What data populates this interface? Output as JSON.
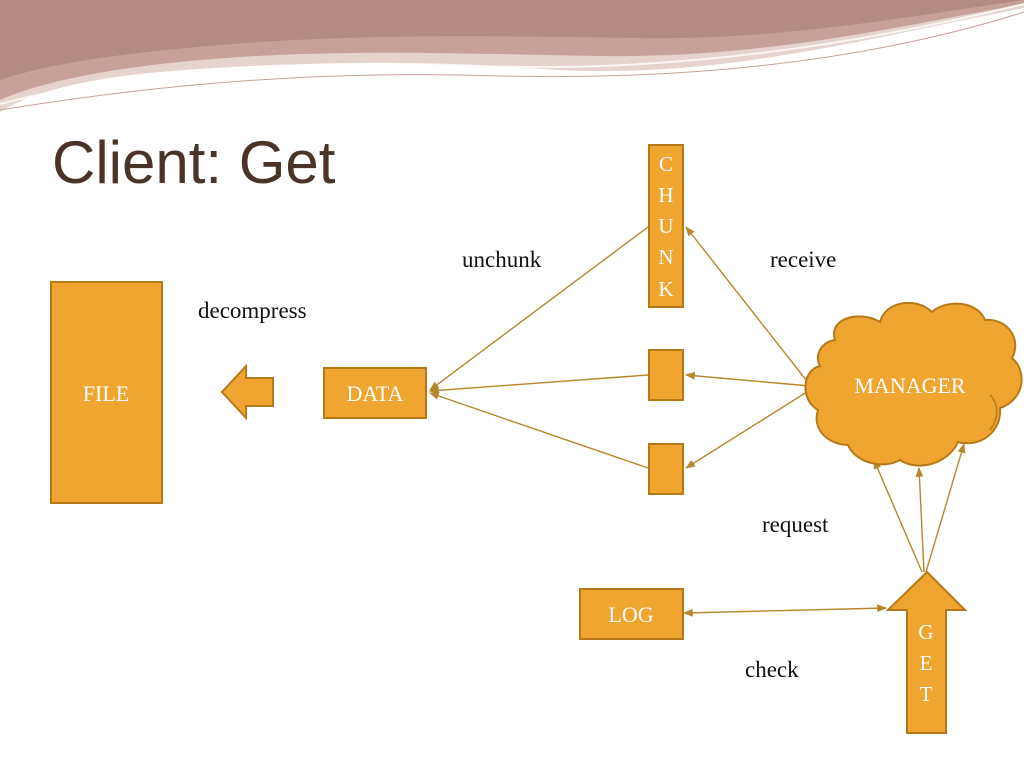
{
  "slide": {
    "title": "Client: Get"
  },
  "colors": {
    "box_fill": "#f0a531",
    "box_stroke": "#b57a16",
    "arrow_line": "#b8862c",
    "title_color": "#4a3328",
    "swoosh_dark": "#c7a197",
    "swoosh_light": "#e6d3cd"
  },
  "diagram": {
    "nodes": {
      "file": "FILE",
      "data": "DATA",
      "log": "LOG",
      "manager": "MANAGER",
      "chunk_letters": [
        "C",
        "H",
        "U",
        "N",
        "K"
      ],
      "get_letters": [
        "G",
        "E",
        "T"
      ]
    },
    "labels": {
      "decompress": "decompress",
      "unchunk": "unchunk",
      "receive": "receive",
      "request": "request",
      "check": "check"
    }
  }
}
